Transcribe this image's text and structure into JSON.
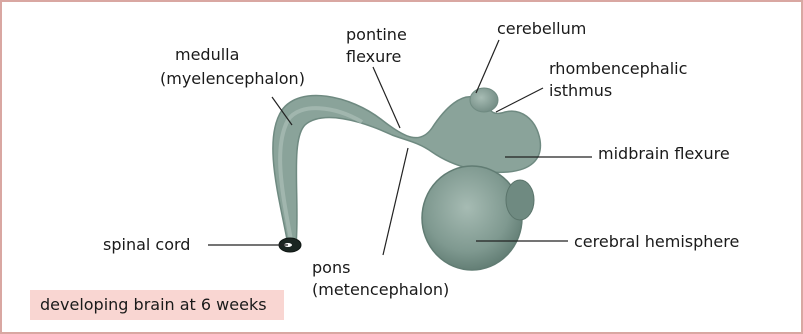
{
  "labels": {
    "medulla": "medulla",
    "myelencephalon": "(myelencephalon)",
    "pontine": "pontine",
    "flexure": "flexure",
    "cerebellum": "cerebellum",
    "rhombencephalic": "rhombencephalic",
    "isthmus": "isthmus",
    "midbrain_flexure": "midbrain flexure",
    "spinal_cord": "spinal cord",
    "cerebral_hemisphere": "cerebral hemisphere",
    "pons": "pons",
    "metencephalon": "(metencephalon)"
  },
  "caption": "developing brain at 6 weeks",
  "colors": {
    "frame_border": "#d9a7a2",
    "caption_bg": "#f9d6d2",
    "tissue": "#8aa39a",
    "tissue_dark": "#5f7a71"
  }
}
